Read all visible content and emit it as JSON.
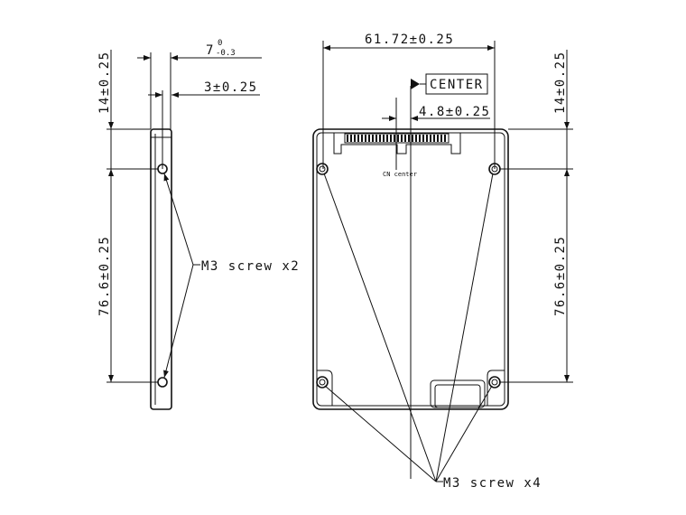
{
  "side_view": {
    "thickness_dim": "7",
    "thickness_tol_upper": "0",
    "thickness_tol_lower": "-0.3",
    "inner_dim": "3±0.25",
    "top_dim": "14±0.25",
    "span_dim": "76.6±0.25",
    "screw_label": "M3 screw x2"
  },
  "front_view": {
    "width_dim": "61.72±0.25",
    "center_label": "CENTER",
    "offset_dim": "4.8±0.25",
    "cn_center_label": "CN center",
    "top_dim": "14±0.25",
    "span_dim": "76.6±0.25",
    "screw_label": "M3 screw x4"
  }
}
